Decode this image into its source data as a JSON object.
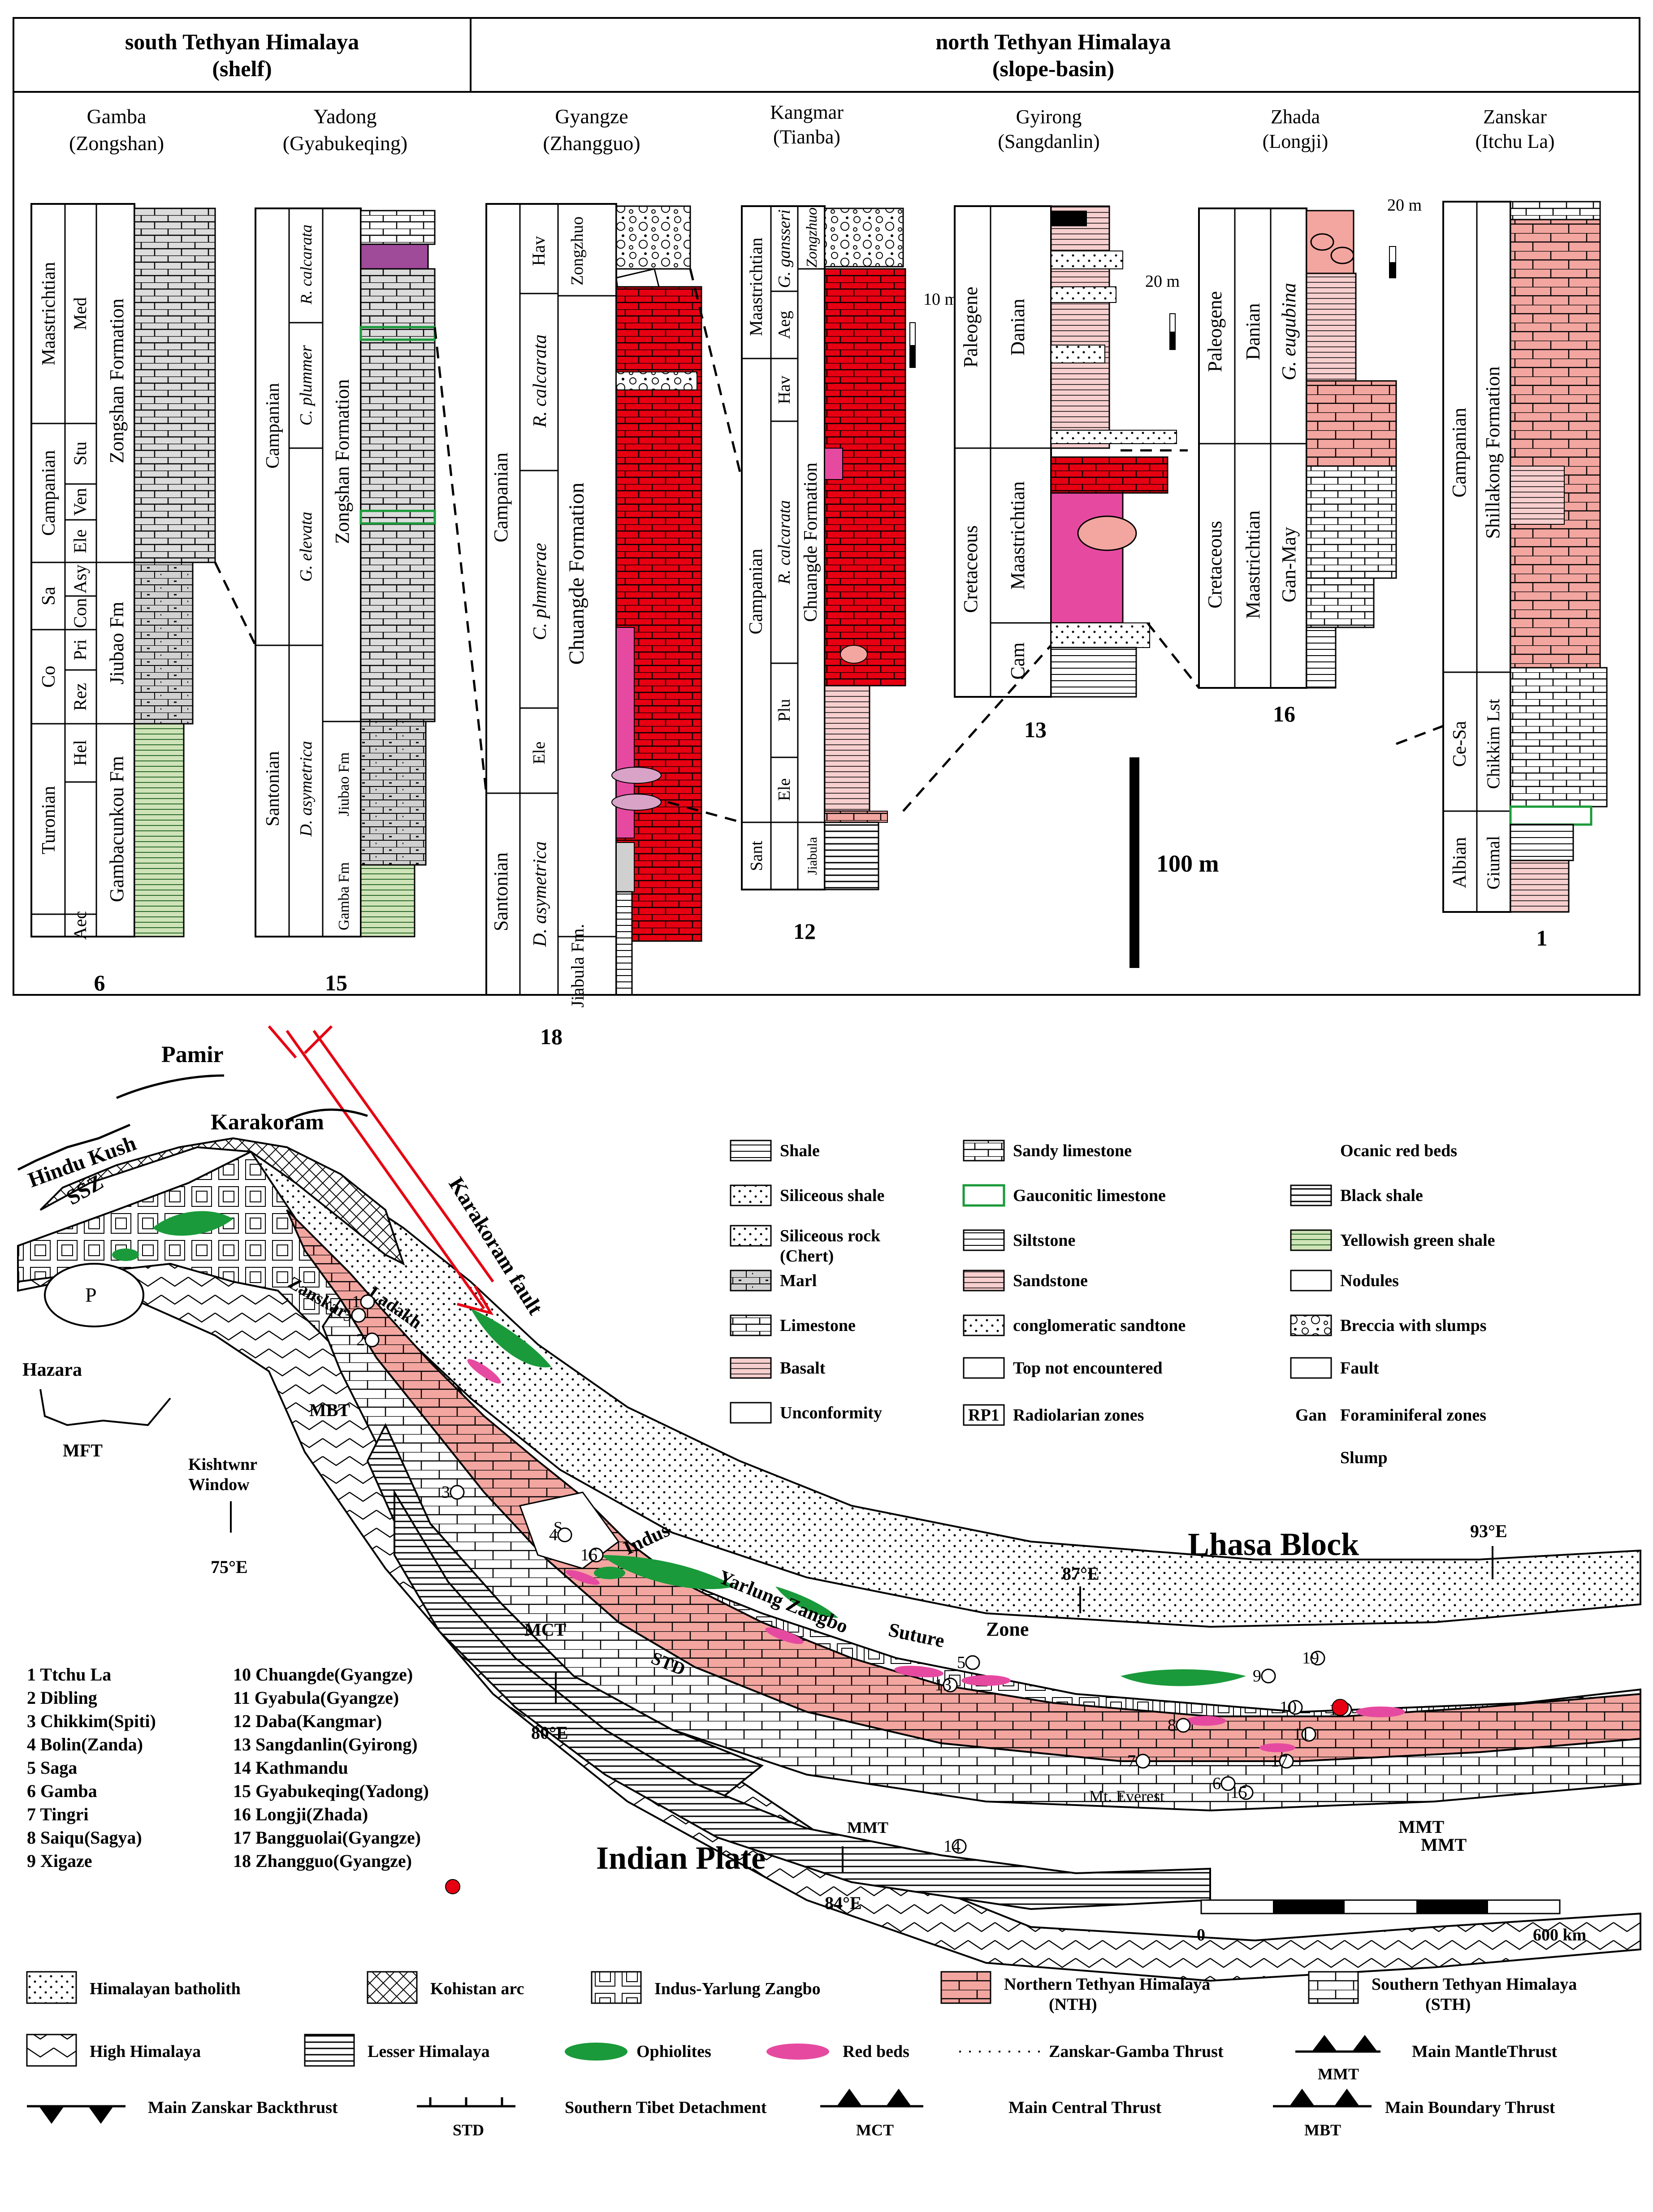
{
  "header": {
    "south": [
      "south Tethyan Himalaya",
      "(shelf)"
    ],
    "north": [
      "north Tethyan Himalaya",
      "(slope-basin)"
    ]
  },
  "sections": [
    {
      "num": "6",
      "name": "Gamba",
      "sub": "(Zongshan)"
    },
    {
      "num": "15",
      "name": "Yadong",
      "sub": "(Gyabukeqing)"
    },
    {
      "num": "18",
      "name": "Gyangze",
      "sub": "(Zhangguo)"
    },
    {
      "num": "12",
      "name": "Kangmar",
      "sub": "(Tianba)"
    },
    {
      "num": "13",
      "name": "Gyirong",
      "sub": "(Sangdanlin)"
    },
    {
      "num": "16",
      "name": "Zhada",
      "sub": "(Longji)"
    },
    {
      "num": "1",
      "name": "Zanskar",
      "sub": "(Itchu La)"
    }
  ],
  "column_labels": {
    "s6": {
      "stage": [
        "Maastrichtian",
        "Campanian",
        "Sa",
        "Co",
        "Turonian"
      ],
      "zones": [
        "Med",
        "Stu",
        "Ven",
        "Ele",
        "Asy",
        "Con",
        "Pri",
        "Rez",
        "Hel",
        "Aec"
      ],
      "fm": [
        "Zongshan Formation",
        "Jiubao Fm",
        "Gambacunkou Fm"
      ]
    },
    "s15": {
      "stage": [
        "Campanian",
        "Santonian"
      ],
      "zones": [
        "R. calcarata",
        "C. plummer",
        "G. elevata",
        "D. asymetrica"
      ],
      "fm": [
        "Zongshan Formation",
        "Jiubao Fm",
        "Gamba Fm"
      ]
    },
    "s18": {
      "stage": [
        "Campanian",
        "Santonian"
      ],
      "zones": [
        "Hav",
        "R. calcarata",
        "C. plmmerae",
        "Ele",
        "D. asymetrica"
      ],
      "fm": [
        "Zongzhuo",
        "Chuangde Formation",
        "Jiabula Fm."
      ]
    },
    "s12": {
      "stage": [
        "Maastrichtian",
        "Campanian",
        "Sant"
      ],
      "zones": [
        "G. gansseri",
        "Aeg",
        "Hav",
        "R. calcarata",
        "Plu",
        "Ele"
      ],
      "fm": [
        "Zongzhuo",
        "Chuangde Formation",
        "Jiabula"
      ]
    },
    "s13": {
      "era": [
        "Paleogene",
        "Cretaceous"
      ],
      "stage": [
        "Danian",
        "Maastrichtian",
        "Cam"
      ]
    },
    "s16": {
      "era": [
        "Paleogene",
        "Cretaceous"
      ],
      "stage": [
        "Danian",
        "Maastrichtian"
      ],
      "zones": [
        "G. eugubina",
        "Gan-May"
      ]
    },
    "s1": {
      "stage": [
        "Campanian",
        "Ce-Sa",
        "Albian"
      ],
      "fm": [
        "Shillakong Formation",
        "Chikkim Lst",
        "Giumal"
      ]
    }
  },
  "scales": {
    "s12": "10 m",
    "s13": "20 m",
    "s16": "20 m",
    "main": "100 m"
  },
  "legend_lithology": [
    "Shale",
    "Siliceous shale",
    "Siliceous rock",
    "(Chert)",
    "Marl",
    "Limestone",
    "Basalt",
    "Unconformity",
    "Sandy limestone",
    "Gauconitic limestone",
    "Siltstone",
    "Sandstone",
    "conglomeratic sandtone",
    "Top not encountered",
    "RP1",
    "Radiolarian zones",
    "Ocanic red beds",
    "Black shale",
    "Yellowish green shale",
    "Nodules",
    "Breccia with slumps",
    "Fault",
    "Gan",
    "Foraminiferal zones",
    "Slump"
  ],
  "map_labels": {
    "regions": [
      "Pamir",
      "Hindu Kush",
      "Karakoram",
      "SSZ",
      "P",
      "Hazara",
      "Kishtwnr",
      "Window",
      "Zanskar",
      "Ladakh",
      "Lhasa Block",
      "Indian Plate",
      "S",
      "Indus",
      "Yarlung Zangbo",
      "Suture",
      "Zone",
      "Mt. Everest"
    ],
    "faults": [
      "Karakoram fault",
      "MFT",
      "MBT",
      "MCT",
      "STD",
      "MMT",
      "MMT",
      "MMT"
    ],
    "lon": [
      "75°E",
      "80°E",
      "84°E",
      "87°E",
      "93°E"
    ],
    "scalebar": [
      "0",
      "600 km"
    ]
  },
  "localities": [
    "1 Ttchu La",
    "2 Dibling",
    "3 Chikkim(Spiti)",
    "4 Bolin(Zanda)",
    "5 Saga",
    "6 Gamba",
    "7 Tingri",
    "8 Saiqu(Sagya)",
    "9 Xigaze",
    "10 Chuangde(Gyangze)",
    "11 Gyabula(Gyangze)",
    "12 Daba(Kangmar)",
    "13 Sangdanlin(Gyirong)",
    "14 Kathmandu",
    "15 Gyabukeqing(Yadong)",
    "16 Longji(Zhada)",
    "17 Bangguolai(Gyangze)",
    "18 Zhangguo(Gyangze)"
  ],
  "map_points": [
    "1",
    "2",
    "3",
    "3",
    "4",
    "16",
    "5",
    "13",
    "9",
    "10",
    "19",
    "18",
    "8",
    "11",
    "17",
    "7",
    "6",
    "15",
    "14"
  ],
  "legend_map": [
    "Himalayan batholith",
    "Kohistan arc",
    "Indus-Yarlung Zangbo",
    "Northern Tethyan Himalaya",
    "(NTH)",
    "Southern Tethyan Himalaya",
    "(STH)",
    "High Himalaya",
    "Lesser Himalaya",
    "Ophiolites",
    "Red beds",
    "Zanskar-Gamba Thrust",
    "Main MantleThrust",
    "MMT",
    "Main Zanskar Backthrust",
    "STD",
    "Southern Tibet Detachment",
    "MCT",
    "Main Central Thrust",
    "MBT",
    "Main Boundary Thrust"
  ],
  "colors": {
    "red": "#e60012",
    "pink": "#f3a6a0",
    "magenta": "#e64aa0",
    "green": "#1a9a3a",
    "ltgreen": "#cfe3b8",
    "gray": "#d9d9d9"
  }
}
